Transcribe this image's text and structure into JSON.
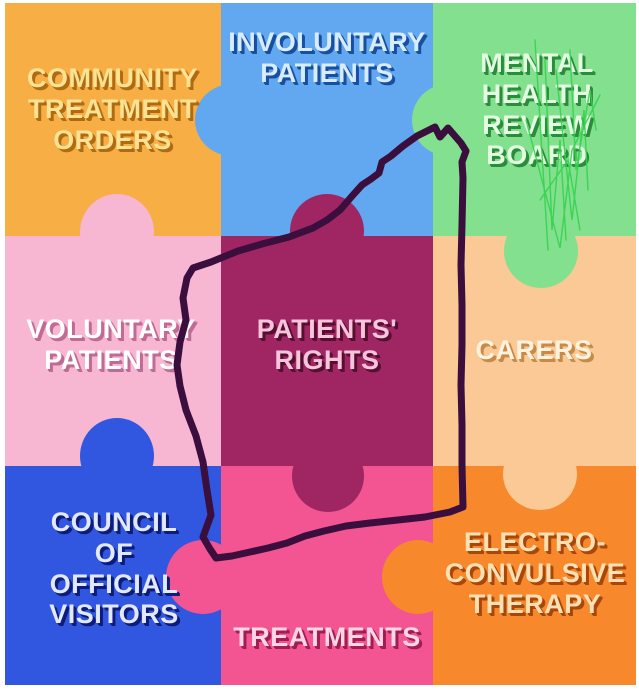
{
  "pieces": {
    "community_treatment_orders": {
      "lines": [
        "COMMUNITY",
        "TREATMENT",
        "ORDERS"
      ],
      "color": "#f7ae45",
      "text_color": "#fbe393",
      "shadow_color": "#b06a12"
    },
    "involuntary_patients": {
      "lines": [
        "INVOLUNTARY",
        "PATIENTS"
      ],
      "color": "#62a8f0",
      "text_color": "#d8ecff",
      "shadow_color": "#184fa0"
    },
    "mental_health_review_board": {
      "lines": [
        "MENTAL",
        "HEALTH",
        "REVIEW",
        "BOARD"
      ],
      "color": "#82e08e",
      "text_color": "#e3fbe0",
      "shadow_color": "#2b8d3c"
    },
    "voluntary_patients": {
      "lines": [
        "VOLUNTARY",
        "PATIENTS"
      ],
      "color": "#f7b6d2",
      "text_color": "#ffffff",
      "shadow_color": "#c06a94"
    },
    "patients_rights": {
      "lines": [
        "PATIENTS'",
        "RIGHTS"
      ],
      "color": "#a02563",
      "text_color": "#f6c4dc",
      "shadow_color": "#55102f"
    },
    "carers": {
      "lines": [
        "CARERS"
      ],
      "color": "#fbc995",
      "text_color": "#fff2df",
      "shadow_color": "#c98a48"
    },
    "council_of_official_visitors": {
      "lines": [
        "COUNCIL",
        "OF",
        "OFFICIAL",
        "VISITORS"
      ],
      "color": "#3156e0",
      "text_color": "#e2e9ff",
      "shadow_color": "#0d1c7a"
    },
    "treatments": {
      "lines": [
        "TREATMENTS"
      ],
      "color": "#f25591",
      "text_color": "#ffd6e6",
      "shadow_color": "#a11d52"
    },
    "electro_convulsive_therapy": {
      "lines": [
        "ELECTRO-",
        "CONVULSIVE",
        "THERAPY"
      ],
      "color": "#f7882c",
      "text_color": "#fde0b3",
      "shadow_color": "#a9460a"
    }
  },
  "map_outline": {
    "color": "#3b0f3d"
  },
  "scribble": {
    "color": "#36d24e"
  }
}
